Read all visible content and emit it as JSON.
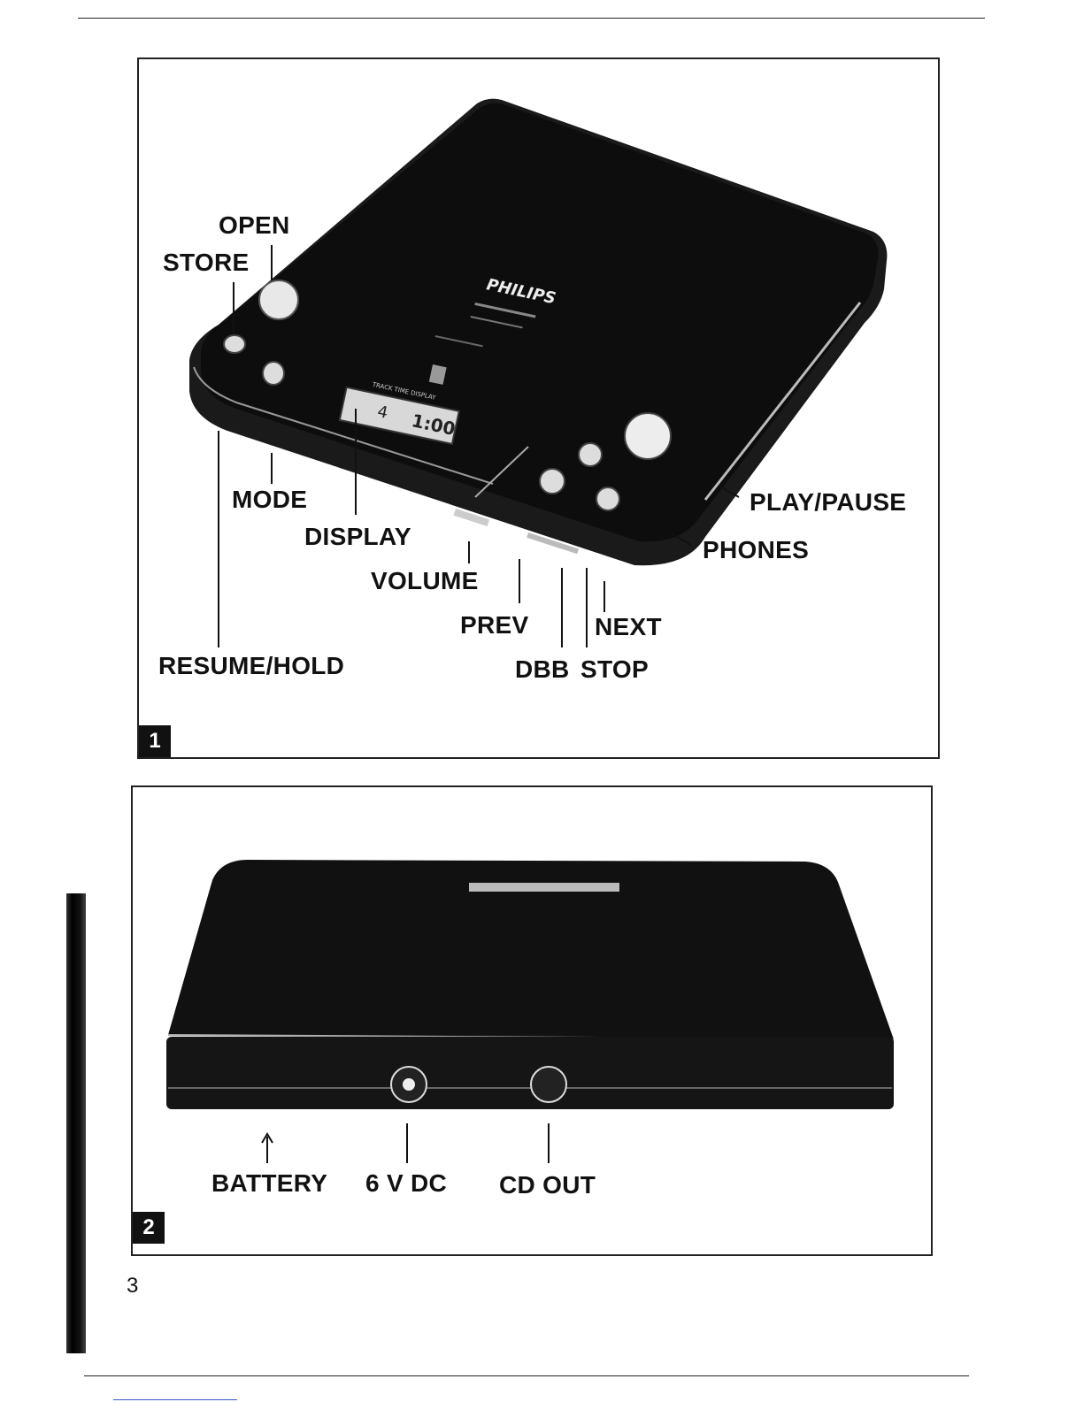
{
  "figure1": {
    "number": "1",
    "labels": {
      "open": "OPEN",
      "store": "STORE",
      "mode": "MODE",
      "display": "DISPLAY",
      "volume": "VOLUME",
      "prev": "PREV",
      "resume_hold": "RESUME/HOLD",
      "dbb": "DBB",
      "stop": "STOP",
      "next": "NEXT",
      "play_pause": "PLAY/PAUSE",
      "phones": "PHONES"
    },
    "device": {
      "brand": "PHILIPS",
      "lcd_track": "4",
      "lcd_time": "1:00",
      "lcd_caption": "TRACK  TIME DISPLAY"
    }
  },
  "figure2": {
    "number": "2",
    "labels": {
      "battery": "BATTERY",
      "dc": "6 V DC",
      "cd_out": "CD OUT"
    }
  },
  "page": {
    "number": "3"
  }
}
